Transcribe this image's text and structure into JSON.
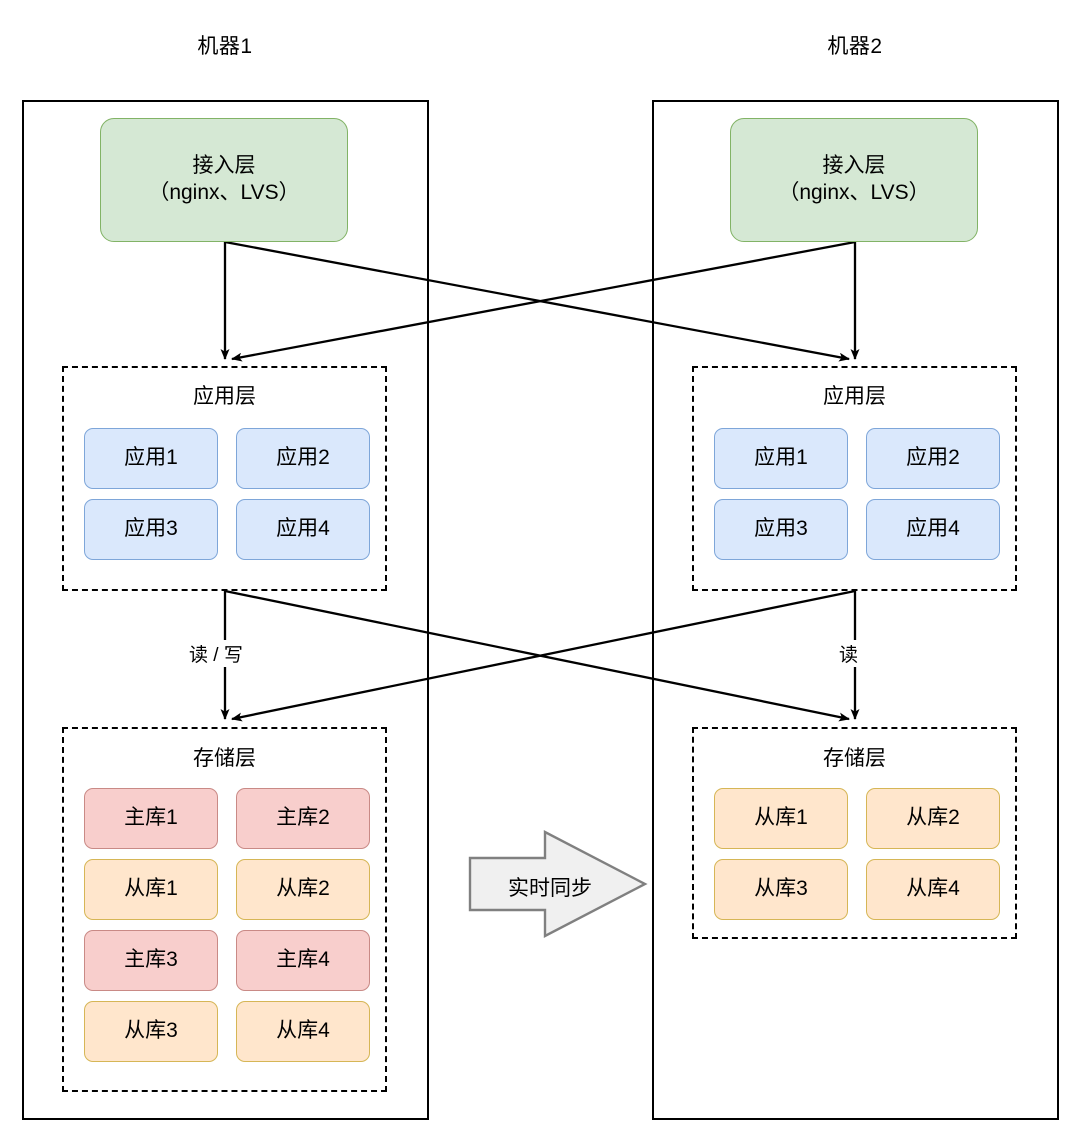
{
  "diagram": {
    "title_machine1": "机器1",
    "title_machine2": "机器2",
    "colors": {
      "access_fill": "#d5e8d4",
      "access_stroke": "#82b366",
      "app_fill": "#dae8fc",
      "app_stroke": "#7ea6d9",
      "master_fill": "#f8cecc",
      "master_stroke": "#c98a86",
      "slave_fill": "#ffe6cc",
      "slave_stroke": "#d6b656",
      "sync_arrow_fill": "#f0f0f0",
      "sync_arrow_stroke": "#808080",
      "line": "#000000"
    },
    "machine1": {
      "name": "机器1",
      "access_layer": {
        "label": "接入层\n（nginx、LVS）"
      },
      "app_layer": {
        "title": "应用层",
        "nodes": [
          "应用1",
          "应用2",
          "应用3",
          "应用4"
        ]
      },
      "storage_layer": {
        "title": "存储层",
        "nodes": [
          {
            "label": "主库1",
            "kind": "master"
          },
          {
            "label": "主库2",
            "kind": "master"
          },
          {
            "label": "从库1",
            "kind": "slave"
          },
          {
            "label": "从库2",
            "kind": "slave"
          },
          {
            "label": "主库3",
            "kind": "master"
          },
          {
            "label": "主库4",
            "kind": "master"
          },
          {
            "label": "从库3",
            "kind": "slave"
          },
          {
            "label": "从库4",
            "kind": "slave"
          }
        ]
      },
      "edge_label": "读 / 写"
    },
    "machine2": {
      "name": "机器2",
      "access_layer": {
        "label": "接入层\n（nginx、LVS）"
      },
      "app_layer": {
        "title": "应用层",
        "nodes": [
          "应用1",
          "应用2",
          "应用3",
          "应用4"
        ]
      },
      "storage_layer": {
        "title": "存储层",
        "nodes": [
          {
            "label": "从库1",
            "kind": "slave"
          },
          {
            "label": "从库2",
            "kind": "slave"
          },
          {
            "label": "从库3",
            "kind": "slave"
          },
          {
            "label": "从库4",
            "kind": "slave"
          }
        ]
      },
      "edge_label": "读"
    },
    "sync": {
      "label": "实时同步"
    }
  }
}
